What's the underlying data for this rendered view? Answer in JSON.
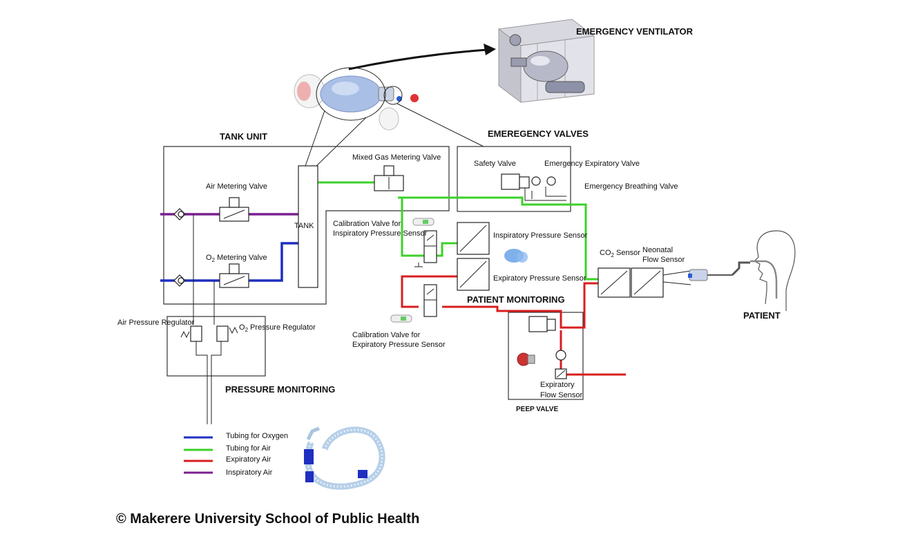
{
  "title": "EMERGENCY VENTILATOR",
  "sections": {
    "tank_unit": "TANK UNIT",
    "emergency_valves": "EMEREGENCY VALVES",
    "patient_monitoring": "PATIENT MONITORING",
    "pressure_monitoring": "PRESSURE MONITORING",
    "peep_valve": "PEEP VALVE",
    "patient": "PATIENT"
  },
  "components": {
    "air_metering_valve": "Air Metering Valve",
    "o2_metering_valve_pre": "O",
    "o2_metering_valve_sub": "2",
    "o2_metering_valve_post": " Metering Valve",
    "tank": "TANK",
    "mixed_gas_metering_valve": "Mixed Gas Metering Valve",
    "safety_valve": "Safety Valve",
    "emergency_expiratory_valve": "Emergency Expiratory Valve",
    "emergency_breathing_valve": "Emergency Breathing Valve",
    "calibration_insp_line1": "Calibration Valve for",
    "calibration_insp_line2": "Inspiratory  Pressure Sensor",
    "inspiratory_pressure_sensor": "Inspiratory   Pressure Sensor",
    "expiratory_pressure_sensor": "Expiratory   Pressure Sensor",
    "co2_sensor_pre": "CO",
    "co2_sensor_sub": "2",
    "co2_sensor_post": " Sensor",
    "neonatal_flow_line1": "Neonatal",
    "neonatal_flow_line2": "Flow Sensor",
    "air_pressure_regulator": "Air Pressure Regulator",
    "o2_pressure_regulator_pre": "O",
    "o2_pressure_regulator_sub": "2",
    "o2_pressure_regulator_post": "  Pressure Regulator",
    "calibration_exp_line1": "Calibration Valve for",
    "calibration_exp_line2": "Expiratory  Pressure Sensor",
    "expiratory_flow_line1": "Expiratory",
    "expiratory_flow_line2": "Flow Sensor"
  },
  "legend": [
    {
      "label": "Tubing for Oxygen",
      "color": "#1f2fbf"
    },
    {
      "label": "Tubing for Air",
      "color": "#3bd12a"
    },
    {
      "label": "Expiratory Air",
      "color": "#d81e1e"
    },
    {
      "label": "Inspiratory Air",
      "color": "#7a1f8f"
    }
  ],
  "copyright": "© Makerere University School of Public Health"
}
